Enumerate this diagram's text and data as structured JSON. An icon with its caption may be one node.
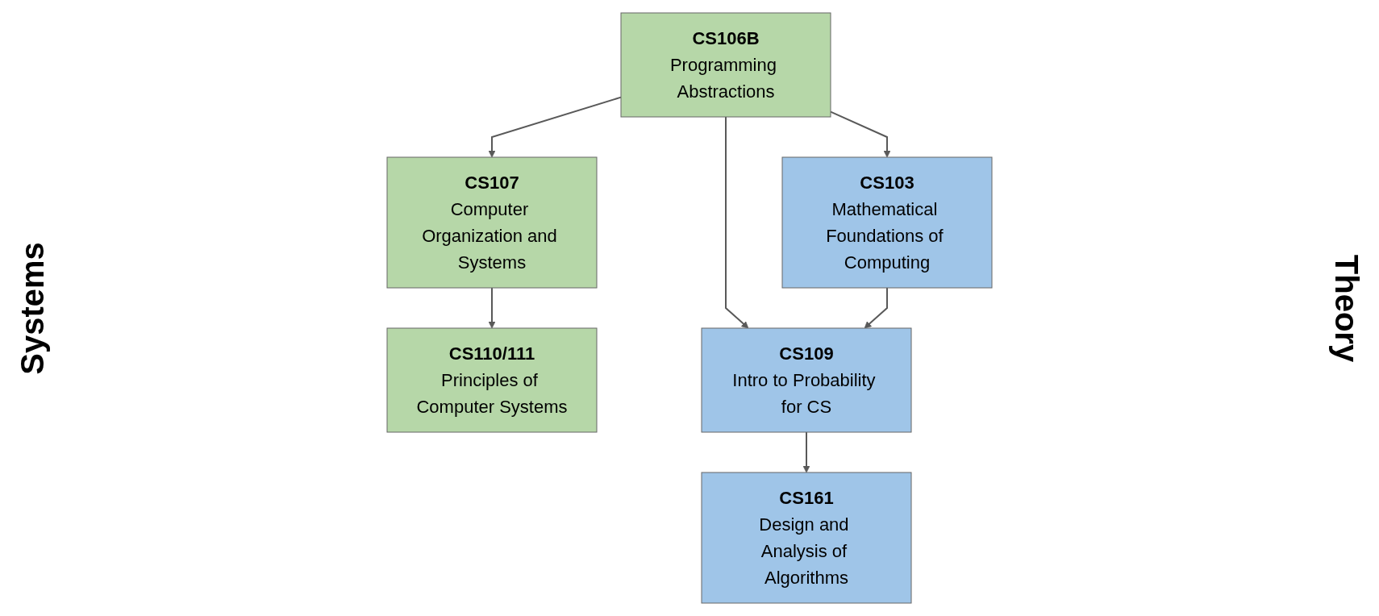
{
  "diagram": {
    "nodes": [
      {
        "text": [
          "CS106B",
          "Programming Abstractions"
        ]
      },
      {
        "text": [
          "CS107",
          "Computer Organization and Systems"
        ]
      },
      {
        "text": [
          "CS110/111",
          "Principles of Computer Systems"
        ]
      },
      {
        "text": [
          "CS103",
          "Mathematical Foundations of Computing"
        ]
      },
      {
        "text": [
          "CS109",
          "Intro to Probability for CS"
        ]
      },
      {
        "text": [
          "CS161",
          "Design and Analysis of Algorithms"
        ]
      }
    ],
    "edges": [
      {
        "from": 0,
        "to": 1,
        "arrow": "to"
      },
      {
        "from": 1,
        "to": 2,
        "arrow": "to"
      },
      {
        "from": 0,
        "to": 3,
        "arrow": "to"
      },
      {
        "from": 0,
        "to": 4,
        "arrow": "to"
      },
      {
        "from": 3,
        "to": 4,
        "arrow": "to"
      },
      {
        "from": 4,
        "to": 5,
        "arrow": "to"
      }
    ],
    "labels": [
      "Systems",
      "Theory"
    ]
  }
}
